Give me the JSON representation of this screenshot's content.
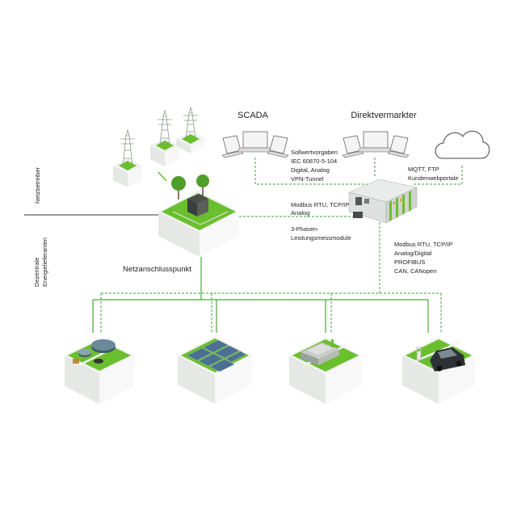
{
  "headings": {
    "scada": "SCADA",
    "direktvermarkter": "Direktvermarkter",
    "netzanschlusspunkt": "Netzanschlusspunkt"
  },
  "side_labels": {
    "netzbetreiber": "Netzbetreiber",
    "dezentrale": "Dezentrale",
    "energielieferanten": "Energielieferanten"
  },
  "protocols": {
    "scada": [
      "Sollwertvorgaben",
      "IEC 60870-5-104",
      "Digital, Analog",
      "VPN-Tunnel"
    ],
    "cloud": [
      "MQTT, FTP",
      "Kundenwebportale"
    ],
    "netz": [
      "Modbus RTU, TCP/IP",
      "Analog"
    ],
    "messung": [
      "3-Phasen-",
      "Leistungsmessmodule"
    ],
    "field": [
      "Modbus RTU, TCP/IP",
      "Analog/Digital",
      "PROFIBUS",
      "CAN, CANopen"
    ]
  },
  "colors": {
    "grass": "#6abf2e",
    "line_green": "#4ca63a",
    "dashed": "#3aa53a",
    "tile": "#ffffff",
    "tile_shadow": "#e4e6e4"
  },
  "icons": [
    "pylon-icon",
    "laptop-icon",
    "cloud-icon",
    "plc-controller-icon",
    "substation-icon",
    "biogas-plant-icon",
    "solar-park-icon",
    "factory-icon",
    "electric-car-icon"
  ]
}
